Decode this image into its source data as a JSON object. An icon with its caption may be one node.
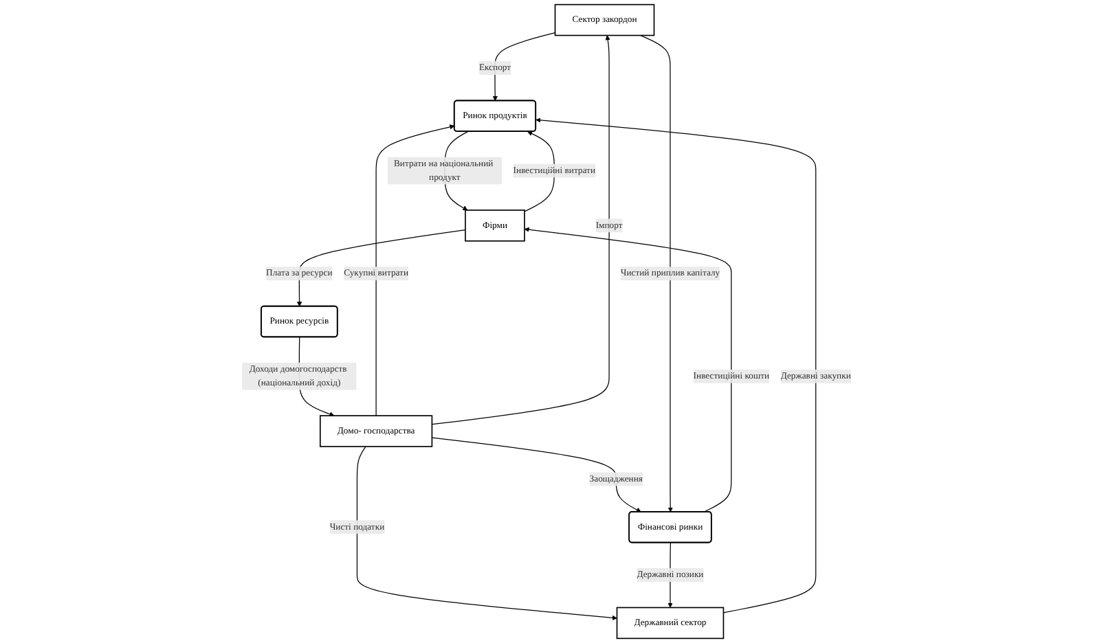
{
  "diagram": {
    "nodes": [
      {
        "text": [
          "Сектор закордон"
        ]
      },
      {
        "text": [
          "Ринок продуктів"
        ]
      },
      {
        "text": [
          "Державний сектор"
        ]
      },
      {
        "text": [
          "Домо- господарства"
        ]
      },
      {
        "text": [
          "Фінансові ринки"
        ]
      },
      {
        "text": [
          "Фірми"
        ]
      },
      {
        "text": [
          "Ринок ресурсів"
        ]
      }
    ],
    "edges": [
      {
        "from": 0,
        "to": 1,
        "arrow": "to",
        "label": "Експорт"
      },
      {
        "from": 3,
        "to": 1,
        "arrow": "to",
        "label": "Сукупні витрати"
      },
      {
        "from": 2,
        "to": 1,
        "arrow": "to",
        "label": "Державні закупки"
      },
      {
        "from": 3,
        "to": 0,
        "arrow": "to",
        "label": "Імпорт"
      },
      {
        "from": 3,
        "to": 2,
        "arrow": "to",
        "label": "Чисті податки"
      },
      {
        "from": 4,
        "to": 2,
        "arrow": "to",
        "label": "Державні позики"
      },
      {
        "from": 3,
        "to": 4,
        "arrow": "to",
        "label": "Заощадження"
      },
      {
        "from": 0,
        "to": 4,
        "arrow": "to",
        "label": "Чистий приплив капіталу"
      },
      {
        "from": 4,
        "to": 5,
        "arrow": "to",
        "label": "Інвестиційні кошти"
      },
      {
        "from": 5,
        "to": 1,
        "arrow": "to",
        "label": "Інвестиційні витрати"
      },
      {
        "from": 1,
        "to": 5,
        "arrow": "to",
        "label": "Витрати на національний продукт"
      },
      {
        "from": 5,
        "to": 6,
        "arrow": "to",
        "label": "Плата за ресурси"
      },
      {
        "from": 6,
        "to": 3,
        "arrow": "to",
        "label": "Доходи домогосподарств (національний дохід)"
      }
    ]
  }
}
